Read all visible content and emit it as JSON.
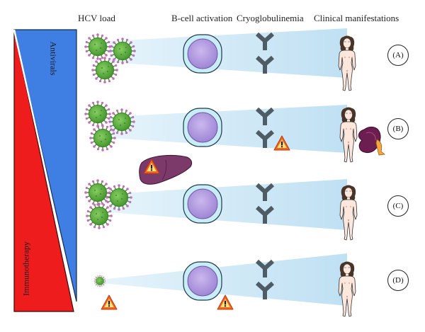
{
  "headers": {
    "hcv_load": "HCV load",
    "b_cell_activation": "B-cell activation",
    "cryoglobulinemia": "Cryoglobulinemia",
    "clinical_manifestations": "Clinical manifestations"
  },
  "treatments": {
    "antivirals": "Antivirals",
    "immunotherapy": "Immunotherapy"
  },
  "rows": [
    {
      "label": "(A)"
    },
    {
      "label": "(B)"
    },
    {
      "label": "(C)"
    },
    {
      "label": "(D)"
    }
  ],
  "colors": {
    "antiviral_blue": "#3f7fe3",
    "immuno_red": "#ee1c1c",
    "beam": "#d6ecf8",
    "virus": "#5cae3e",
    "cell_outer": "#c7ecf5",
    "cell_inner": "#b59ee0",
    "antibody": "#4b5b66",
    "warning": "#f26522",
    "liver": "#7c3a6a",
    "kidney": "#6d1e50"
  }
}
